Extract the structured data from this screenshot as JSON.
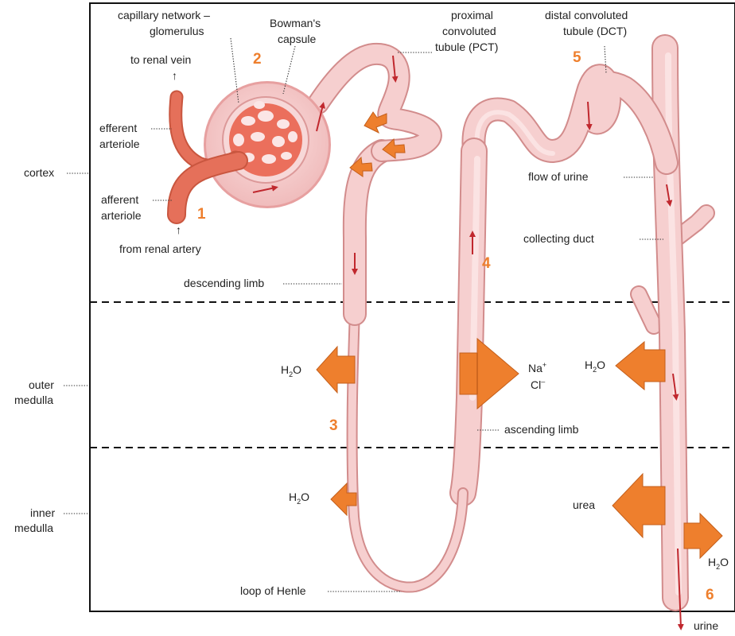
{
  "zones": {
    "cortex": "cortex",
    "outer_medulla_1": "outer",
    "outer_medulla_2": "medulla",
    "inner_medulla_1": "inner",
    "inner_medulla_2": "medulla"
  },
  "labels": {
    "capillary_1": "capillary network –",
    "capillary_2": "glomerulus",
    "bowman_1": "Bowman's",
    "bowman_2": "capsule",
    "pct_1": "proximal",
    "pct_2": "convoluted",
    "pct_3": "tubule (PCT)",
    "dct_1": "distal convoluted",
    "dct_2": "tubule (DCT)",
    "to_renal_vein": "to renal vein",
    "efferent_1": "efferent",
    "efferent_2": "arteriole",
    "afferent_1": "afferent",
    "afferent_2": "arteriole",
    "from_renal_artery": "from renal artery",
    "descending_limb": "descending limb",
    "flow_of_urine": "flow of urine",
    "collecting_duct": "collecting duct",
    "ascending_limb": "ascending limb",
    "loop_of_henle": "loop of Henle",
    "urine": "urine",
    "urea": "urea",
    "up_arrow": "↑"
  },
  "chem": {
    "h2o_h": "H",
    "h2o_sub": "2",
    "h2o_o": "O",
    "na": "Na",
    "na_sup": "+",
    "cl": "Cl",
    "cl_sup": "–"
  },
  "numbers": {
    "n1": "1",
    "n2": "2",
    "n3": "3",
    "n4": "4",
    "n5": "5",
    "n6": "6"
  },
  "colors": {
    "tube_outline": "#d28c8c",
    "tube_fill": "#f6cfcf",
    "tube_highlight": "#fbe3e3",
    "arteriole": "#e5705a",
    "arrow_orange": "#ee7f2d",
    "arrow_dark": "#c45f1b",
    "flow_arrow": "#c0282e",
    "number_orange": "#ee7f2d"
  }
}
